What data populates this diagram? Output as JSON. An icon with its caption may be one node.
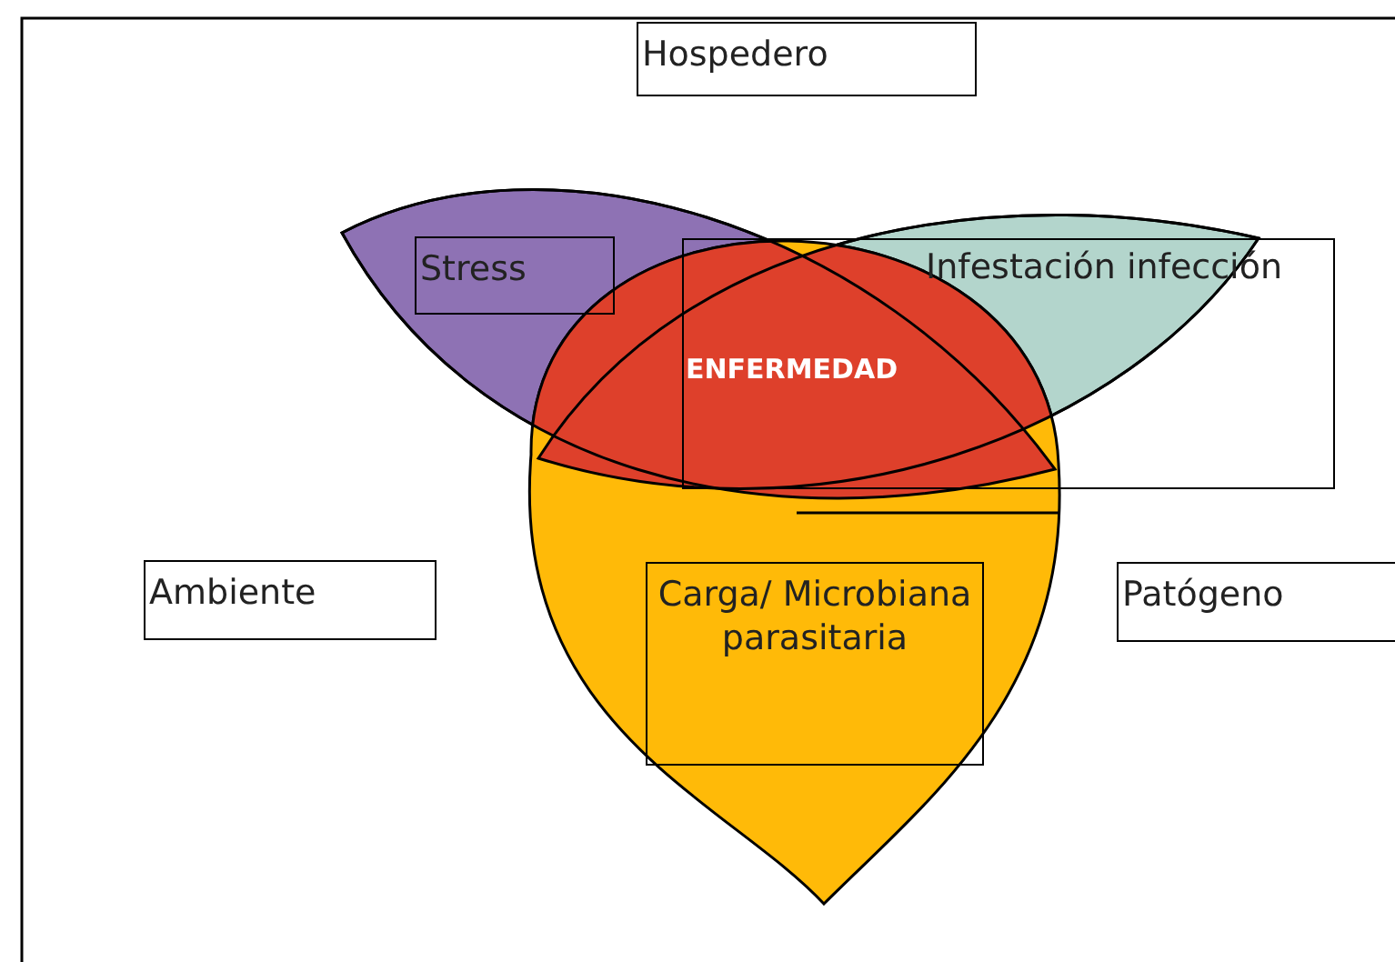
{
  "diagram": {
    "nodes": [
      {
        "text": [
          "Hospedero"
        ]
      },
      {
        "text": [
          "Stress"
        ]
      },
      {
        "text": [
          "Infestación infección"
        ]
      },
      {
        "text": [
          "Ambiente"
        ]
      },
      {
        "text": [
          "Carga/ Microbiana parasitaria"
        ]
      },
      {
        "text": [
          "Patógeno"
        ]
      }
    ],
    "edges": [],
    "labels": [
      "ENFERMEDAD"
    ]
  }
}
